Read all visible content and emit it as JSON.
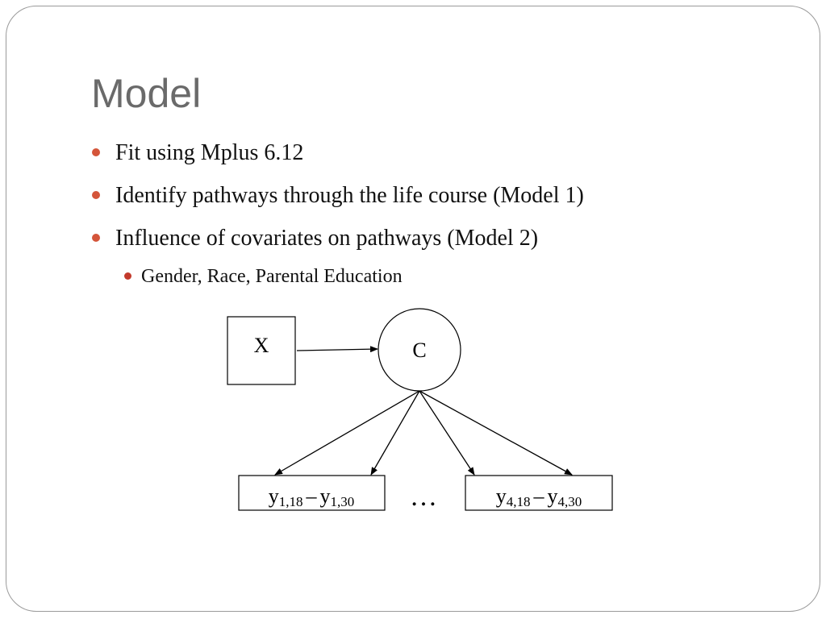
{
  "slide": {
    "title": "Model",
    "bullets": [
      "Fit using Mplus 6.12",
      "Identify pathways through the life course (Model 1)",
      "Influence of covariates on pathways (Model 2)"
    ],
    "sub_bullets": [
      "Gender, Race, Parental Education"
    ]
  },
  "diagram": {
    "covariate_label": "X",
    "latent_label": "C",
    "outcome_left": {
      "base": "y",
      "sub_start": "1,18",
      "dash": "–",
      "sub_end": "1,30"
    },
    "outcome_right": {
      "base": "y",
      "sub_start": "4,18",
      "dash": "–",
      "sub_end": "4,30"
    },
    "ellipsis": "…"
  },
  "colors": {
    "bullet": "#d4553a",
    "title": "#6a6a6a"
  }
}
